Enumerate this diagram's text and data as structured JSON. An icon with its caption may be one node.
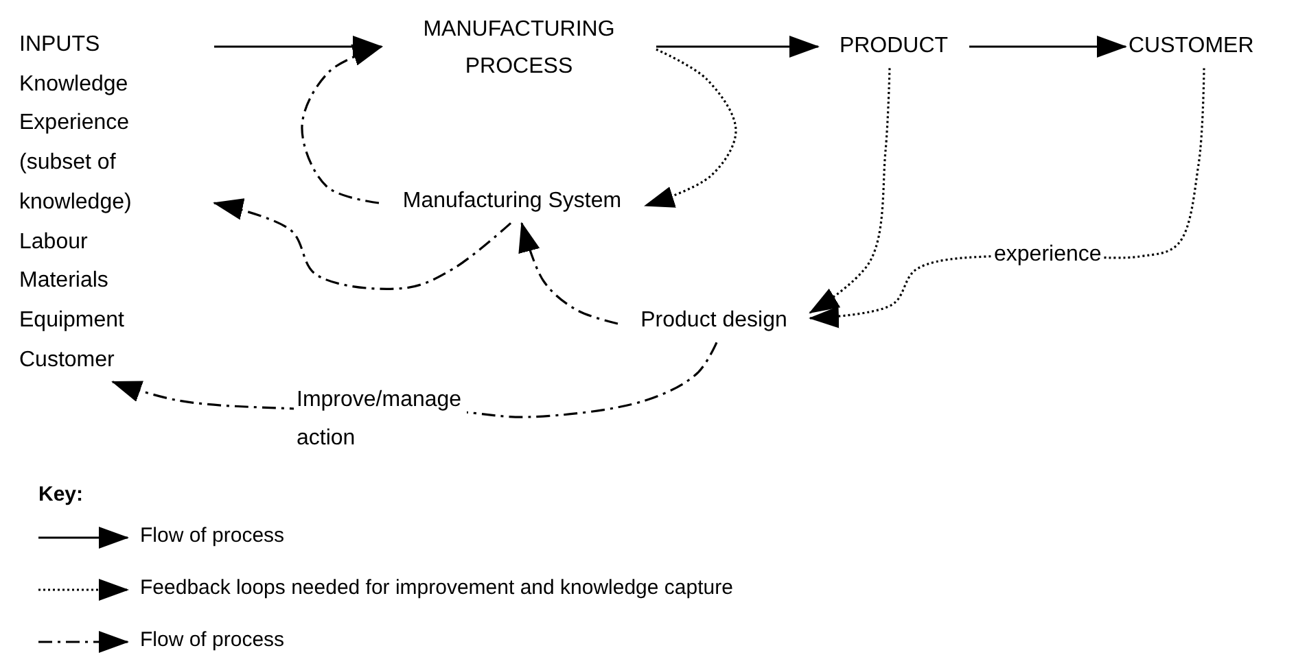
{
  "diagram": {
    "nodes": [
      {
        "text": [
          "INPUTS",
          "Knowledge",
          "Experience (subset of knowledge)",
          "Labour",
          "Materials",
          "Equipment",
          "Customer"
        ]
      },
      {
        "text": [
          "MANUFACTURING PROCESS"
        ]
      },
      {
        "text": [
          "PRODUCT"
        ]
      },
      {
        "text": [
          "CUSTOMER"
        ]
      },
      {
        "text": [
          "Manufacturing System"
        ]
      },
      {
        "text": [
          "Product design"
        ]
      }
    ],
    "edges": [
      {
        "from": 0,
        "to": 1,
        "arrow": "to"
      },
      {
        "from": 1,
        "to": 2,
        "arrow": "to"
      },
      {
        "from": 2,
        "to": 3,
        "arrow": "to"
      },
      {
        "from": 1,
        "to": 4,
        "arrow": "to",
        "style": "dashed"
      },
      {
        "from": 2,
        "to": 5,
        "arrow": "to",
        "style": "dashed"
      },
      {
        "from": 3,
        "to": 5,
        "arrow": "to",
        "style": "dashed",
        "label": "experience"
      },
      {
        "from": 4,
        "to": 1,
        "arrow": "to",
        "style": "dashed"
      },
      {
        "from": 5,
        "to": 4,
        "arrow": "to",
        "style": "dashed"
      },
      {
        "from": 4,
        "to": 0,
        "arrow": "to",
        "style": "dashed"
      },
      {
        "from": 5,
        "to": 0,
        "arrow": "to",
        "style": "dashed",
        "label": "Improve/manage action"
      }
    ],
    "labels": [
      "Key:"
    ],
    "legend": [
      {
        "text": "Flow of process"
      },
      {
        "text": "Feedback loops needed for improvement and knowledge capture"
      },
      {
        "text": "Flow of process"
      }
    ]
  }
}
